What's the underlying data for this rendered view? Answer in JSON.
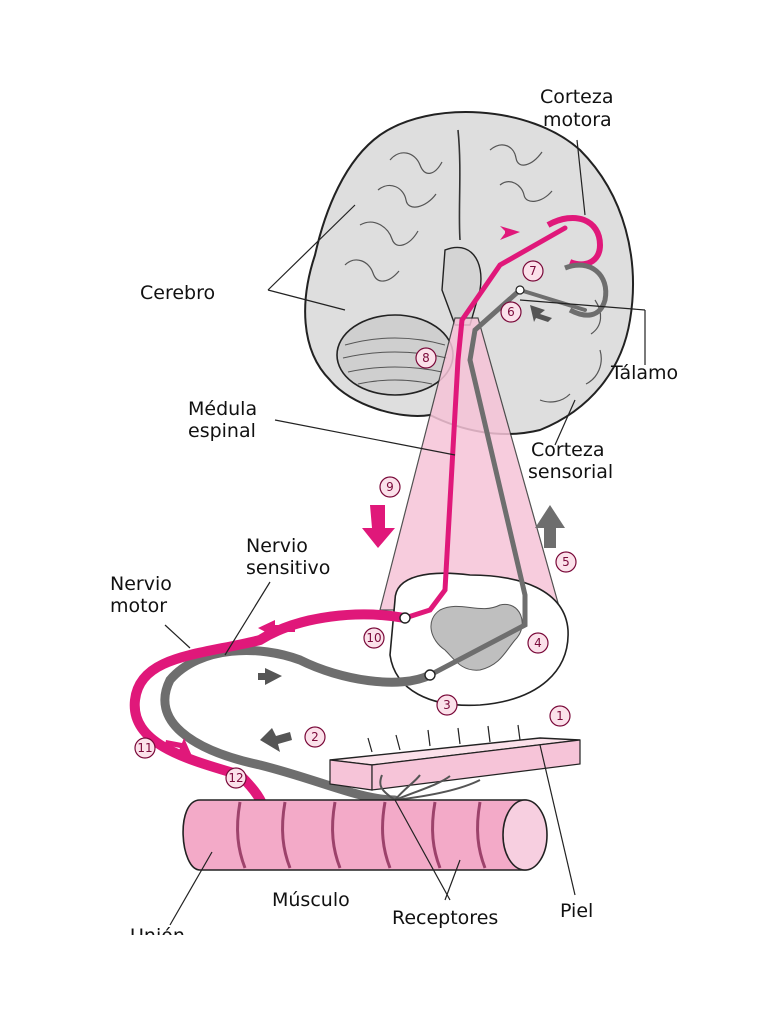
{
  "labels": {
    "corteza_motora_1": "Corteza",
    "corteza_motora_2": "motora",
    "cerebro": "Cerebro",
    "talamo": "Tálamo",
    "medula_1": "Médula",
    "medula_2": "espinal",
    "corteza_sensorial_1": "Corteza",
    "corteza_sensorial_2": "sensorial",
    "nervio_sensitivo_1": "Nervio",
    "nervio_sensitivo_2": "sensitivo",
    "nervio_motor_1": "Nervio",
    "nervio_motor_2": "motor",
    "musculo": "Músculo",
    "receptores": "Receptores",
    "piel": "Piel",
    "union": "Unión"
  },
  "steps": [
    "1",
    "2",
    "3",
    "4",
    "5",
    "6",
    "7",
    "8",
    "9",
    "10",
    "11",
    "12"
  ],
  "colors": {
    "motor_pathway": "#e0187a",
    "sensory_pathway": "#6e6e6e",
    "pink_fill": "#f6c4d8",
    "brain_fill": "#dedede"
  }
}
